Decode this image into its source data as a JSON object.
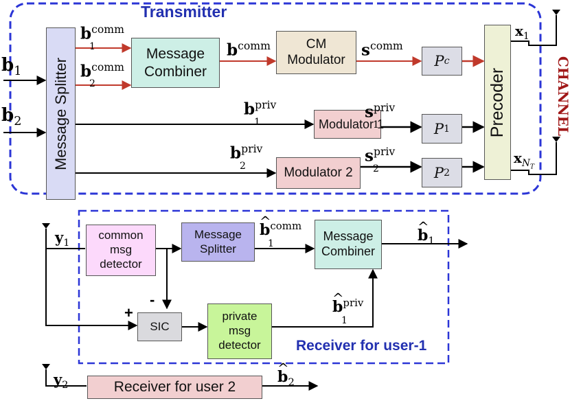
{
  "titles": {
    "transmitter": "Transmitter",
    "channel": "CHANNEL",
    "receiver1": "Receiver for user-1"
  },
  "blocks": {
    "message_splitter_tx": "Message Splitter",
    "message_combiner_tx": "Message Combiner",
    "cm_modulator": "CM Modulator",
    "pc": "c",
    "modulator1": "Modulator 1",
    "modulator2": "Modulator 2",
    "p1": "1",
    "p2": "2",
    "precoder": "Precoder",
    "common_msg_detector": "common msg detector",
    "message_splitter_rx": "Message Splitter",
    "message_combiner_rx": "Message Combiner",
    "sic": "SIC",
    "private_msg_detector": "private msg detector",
    "receiver_user2": "Receiver for user 2"
  },
  "signals": {
    "b": "b",
    "s": "s",
    "x": "x",
    "y": "y",
    "P": "P",
    "comm": "comm",
    "priv": "priv",
    "one": "1",
    "two": "2",
    "NT_N": "N",
    "NT_T": "T",
    "plus": "+",
    "minus": "-"
  },
  "colors": {
    "dashed_border": "#2b35d6",
    "title_blue": "#2230b0",
    "channel_red": "#a01818",
    "common_arrow": "#c0392b",
    "splitter_fill": "#d9dbf5",
    "combiner_fill": "#cdefe6",
    "modulator_fill": "#efe6d4",
    "p_fill": "#dcdde6",
    "priv_mod_fill": "#f2cfd0",
    "precoder_fill": "#eef1d6",
    "common_det_fill": "#fcd9fb",
    "rx_splitter_fill": "#b9b4ee",
    "sic_fill": "#dadade",
    "priv_det_fill": "#c8f59a"
  }
}
